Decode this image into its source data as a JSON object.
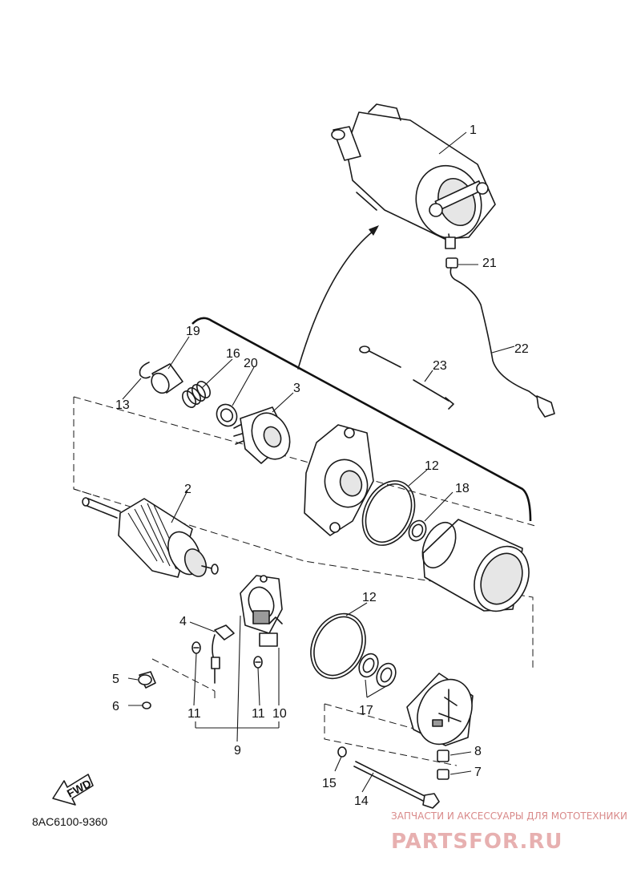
{
  "diagram": {
    "part_callouts": {
      "p1": "1",
      "p2": "2",
      "p3": "3",
      "p4": "4",
      "p5": "5",
      "p6": "6",
      "p7": "7",
      "p8": "8",
      "p9": "9",
      "p10": "10",
      "p11a": "11",
      "p11b": "11",
      "p12a": "12",
      "p12b": "12",
      "p13": "13",
      "p14": "14",
      "p15": "15",
      "p16": "16",
      "p17": "17",
      "p18": "18",
      "p19": "19",
      "p20": "20",
      "p21": "21",
      "p22": "22",
      "p23": "23"
    },
    "direction_label": "FWD",
    "drawing_code": "8AC6100-9360"
  },
  "watermark": {
    "tagline": "ЗАПЧАСТИ И АКСЕССУАРЫ ДЛЯ МОТОТЕХНИКИ",
    "brand": "PARTSFOR.RU"
  },
  "colors": {
    "ink": "#1a1a1a",
    "background": "#ffffff",
    "watermark": "#e7b0b0"
  },
  "icons": [
    "fwd-arrow-icon"
  ]
}
